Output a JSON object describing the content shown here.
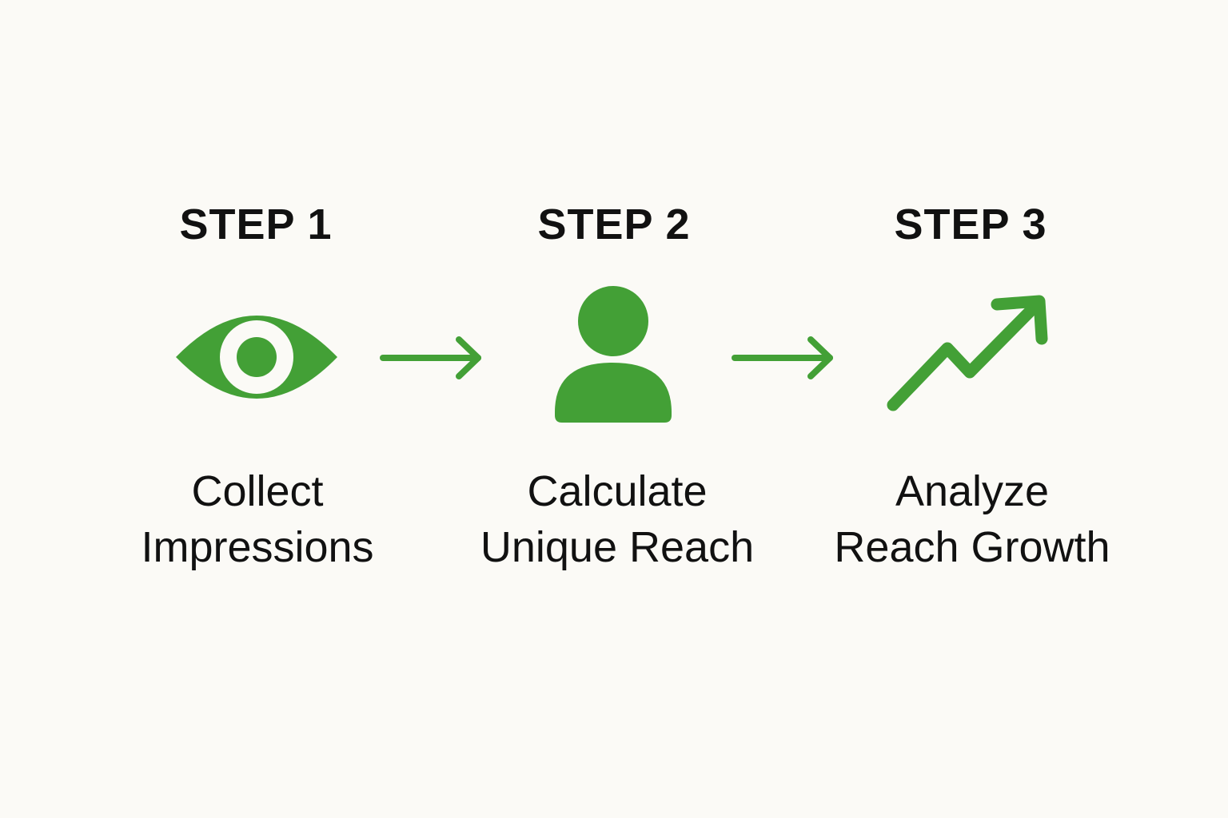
{
  "accent_color": "#43a036",
  "steps": [
    {
      "title": "STEP 1",
      "label_lines": [
        "Collect",
        "Impressions"
      ],
      "icon": "eye-icon"
    },
    {
      "title": "STEP 2",
      "label_lines": [
        "Calculate",
        "Unique Reach"
      ],
      "icon": "user-icon"
    },
    {
      "title": "STEP 3",
      "label_lines": [
        "Analyze",
        "Reach Growth"
      ],
      "icon": "trending-up-icon"
    }
  ],
  "connectors": [
    {
      "icon": "arrow-right-icon"
    },
    {
      "icon": "arrow-right-icon"
    }
  ]
}
